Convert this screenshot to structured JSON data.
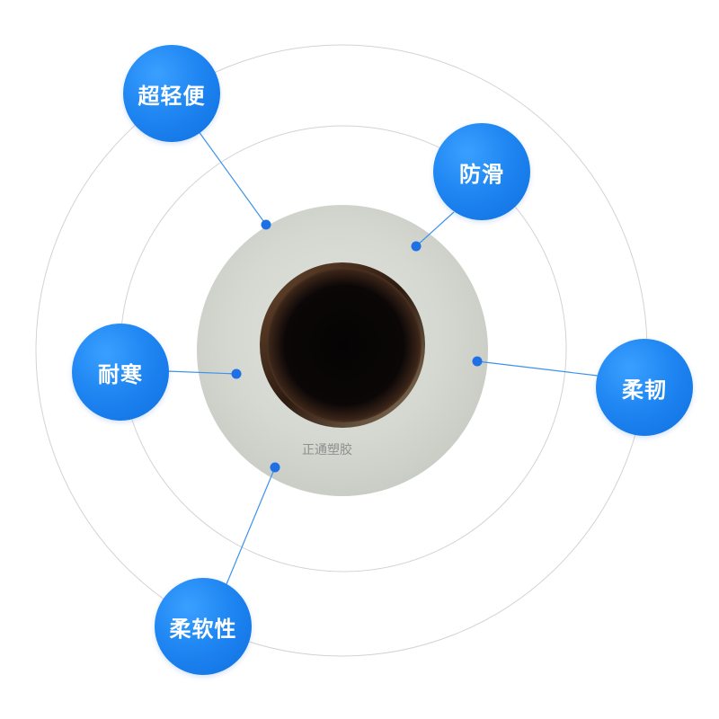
{
  "features": [
    {
      "id": "chaoqingbian",
      "label": "超轻便"
    },
    {
      "id": "fanghua",
      "label": "防滑"
    },
    {
      "id": "naihan",
      "label": "耐寒"
    },
    {
      "id": "rouren",
      "label": "柔韧"
    },
    {
      "id": "rouruanxing",
      "label": "柔软性"
    }
  ],
  "watermark": "正通塑胶",
  "colors": {
    "badge_blue": "#1f86f2",
    "dot_blue": "#1f6fe5",
    "ring_gray": "#d0d0d0",
    "pipe_face": "#d6d8d2",
    "pipe_hole": "#0a0707"
  }
}
